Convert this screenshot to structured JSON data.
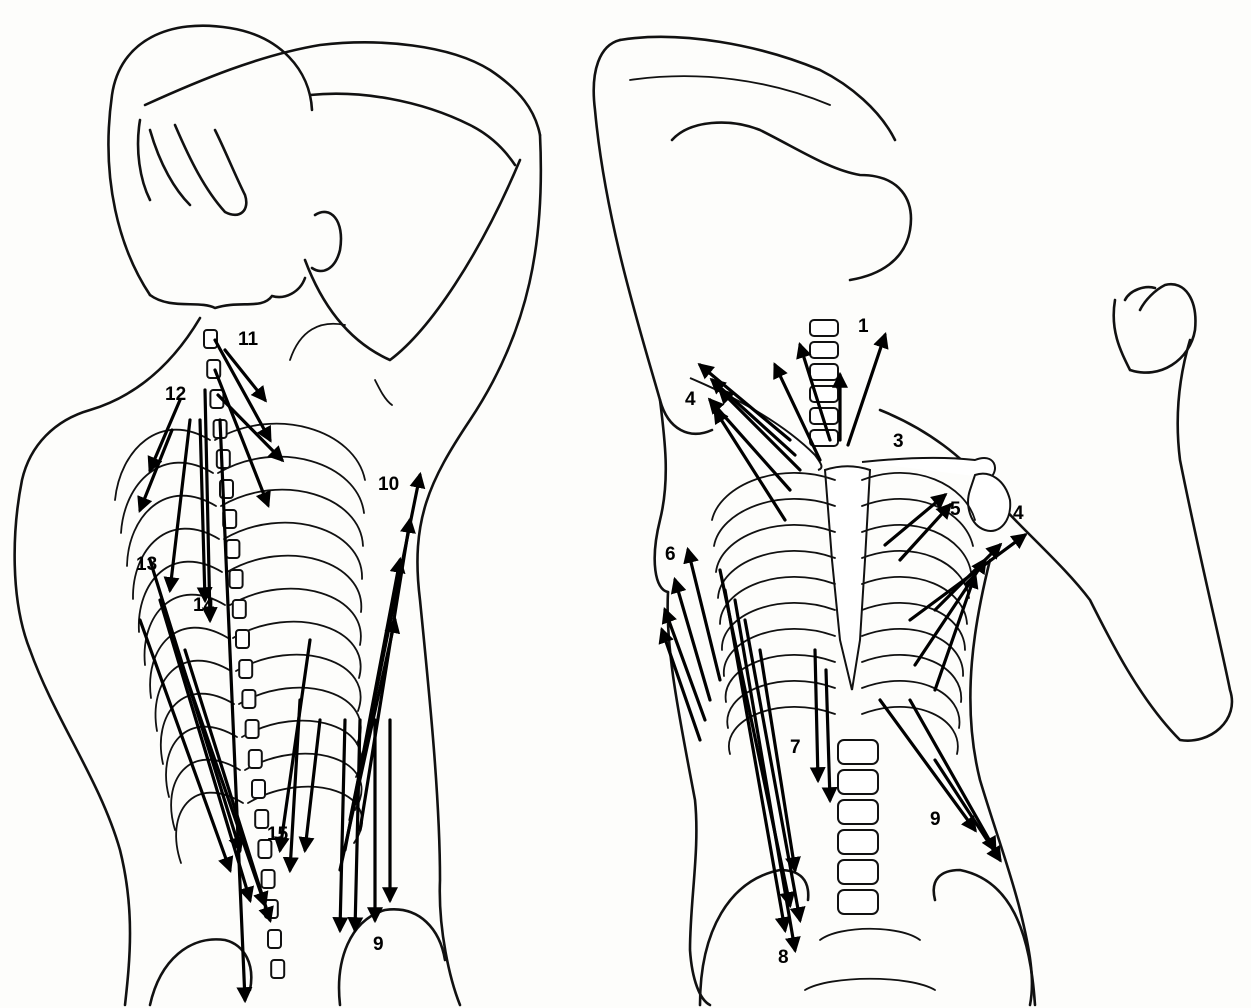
{
  "labels": [
    "1",
    "3",
    "4",
    "5",
    "4",
    "6",
    "7",
    "8",
    "9",
    "10",
    "11",
    "12",
    "13",
    "14",
    "15",
    "9"
  ],
  "colors": {
    "ink": "#111111",
    "paper": "#fdfdfb"
  }
}
